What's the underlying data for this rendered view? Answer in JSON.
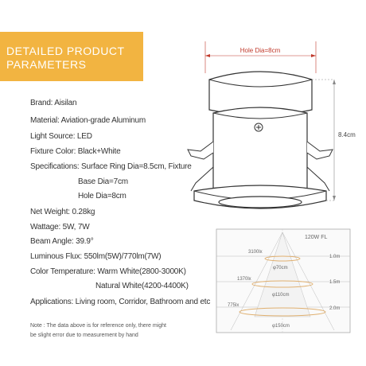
{
  "banner": {
    "line1": "DETAILED PRODUCT",
    "line2": "PARAMETERS"
  },
  "specs": [
    "Brand: Aisilan",
    "Material: Aviation-grade Aluminum",
    "Light Source: LED",
    "Fixture Color: Black+White",
    "Specifications: Surface Ring Dia=8.5cm, Fixture",
    "Base Dia=7cm",
    "Hole Dia=8cm",
    "Net Weight: 0.28kg",
    "Wattage: 5W, 7W",
    "Beam Angle: 39.9°",
    "Luminous Flux: 550lm(5W)/770lm(7W)",
    "Color Temperature: Warm White(2800-3000K)",
    "Natural White(4200-4400K)",
    "Applications: Living room, Corridor, Bathroom and etc"
  ],
  "note": {
    "line1": "Note : The data above is for reference only, there might",
    "line2": "be slight error due to measurement by hand"
  },
  "drawing": {
    "hole_label": "Hole Dia=8cm",
    "height_label": "8.4cm"
  },
  "beam_chart": {
    "header": "120W  FL",
    "rows": [
      {
        "lux": "3100lx",
        "dia": "φ70cm",
        "dist": "1.0m"
      },
      {
        "lux": "1370lx",
        "dia": "φ110cm",
        "dist": "1.5m"
      },
      {
        "lux": "775lx",
        "dia": "φ150cm",
        "dist": "2.0m"
      }
    ]
  },
  "colors": {
    "banner": "#f2b441",
    "dimension": "#c0392b",
    "beam_ring": "#e0b070"
  }
}
